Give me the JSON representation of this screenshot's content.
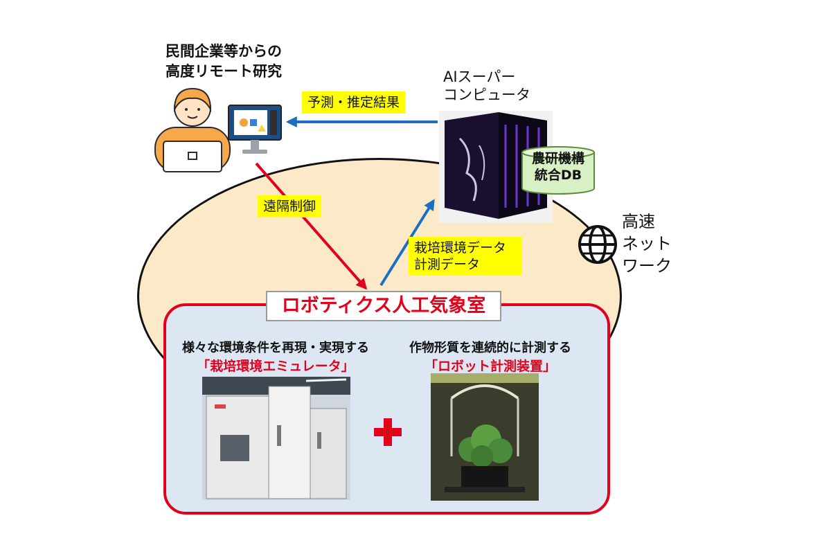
{
  "researcher": {
    "line1": "民間企業等からの",
    "line2": "高度リモート研究"
  },
  "supercomputer": {
    "line1": "AIスーパー",
    "line2": "コンピュータ"
  },
  "database": {
    "line1": "農研機構",
    "line2": "統合DB"
  },
  "arrows": {
    "prediction": "予測・推定結果",
    "remote_control": "遠隔制御",
    "env_data_line1": "栽培環境データ",
    "env_data_line2": "計測データ"
  },
  "network": {
    "line1": "高速",
    "line2": "ネット",
    "line3": "ワーク"
  },
  "lab": {
    "title": "ロボティクス人工気象室",
    "left_desc": "様々な環境条件を再現・実現する",
    "left_name": "「栽培環境エミュレータ」",
    "right_desc": "作物形質を連続的に計測する",
    "right_name": "「ロボット計測装置」"
  },
  "colors": {
    "accent_red": "#e3001b",
    "arrow_blue": "#1a6fc4",
    "highlight_yellow": "#ffff00",
    "ellipse_fill": "#fbe9c8",
    "lab_fill": "#dde7f4"
  }
}
